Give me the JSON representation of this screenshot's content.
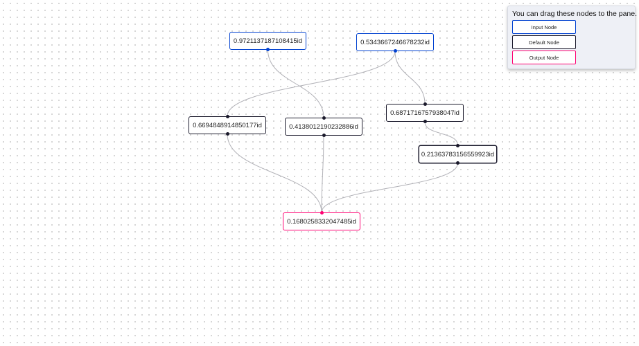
{
  "canvas": {
    "nodes": [
      {
        "key": "n1",
        "label": "0.9721137187108415id",
        "type": "input"
      },
      {
        "key": "n2",
        "label": "0.5343667246678232id",
        "type": "input"
      },
      {
        "key": "n3",
        "label": "0.6694848914850177id",
        "type": "default"
      },
      {
        "key": "n4",
        "label": "0.4138012190232886id",
        "type": "default"
      },
      {
        "key": "n5",
        "label": "0.6871716757938047id",
        "type": "default"
      },
      {
        "key": "n6",
        "label": "0.21363783156559923id",
        "type": "default"
      },
      {
        "key": "n7",
        "label": "0.1680258332047485id",
        "type": "output"
      }
    ],
    "edges": [
      {
        "from": "n1",
        "to": "n4"
      },
      {
        "from": "n2",
        "to": "n3"
      },
      {
        "from": "n2",
        "to": "n5"
      },
      {
        "from": "n5",
        "to": "n6"
      },
      {
        "from": "n3",
        "to": "n7"
      },
      {
        "from": "n4",
        "to": "n7"
      },
      {
        "from": "n6",
        "to": "n7"
      }
    ],
    "colors": {
      "edge": "#b1b1b7",
      "input": "#0041d0",
      "default": "#1a192b",
      "output": "#ff0072"
    }
  },
  "sidebar": {
    "description": "You can drag these nodes to the pane.",
    "items": [
      {
        "label": "Input Node",
        "type": "input"
      },
      {
        "label": "Default Node",
        "type": "default"
      },
      {
        "label": "Output Node",
        "type": "output"
      }
    ]
  }
}
